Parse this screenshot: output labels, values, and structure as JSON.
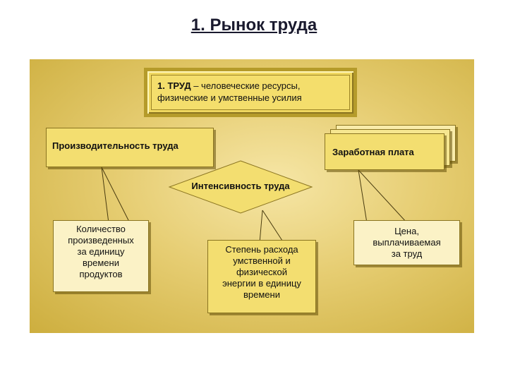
{
  "slide": {
    "title": "1. Рынок труда"
  },
  "diagram": {
    "labor_definition": {
      "term": "1. ТРУД",
      "definition": " – человеческие ресурсы, физические и умственные усилия"
    },
    "productivity": "Производительность труда",
    "wage": "Заработная плата",
    "intensity": "Интенсивность труда",
    "quantity_per_time": "Количество\nпроизведенных\nза единицу\nвремени\nпродуктов",
    "expenditure_rate": "Степень расхода\nумственной и\nфизической\nэнергии в единицу\nвремени",
    "price_for_labor": "Цена,\nвыплачиваемая\nза труд"
  },
  "colors": {
    "background_gold": "#e6cd72",
    "box_fill": "#f3de70",
    "light_box_fill": "#fbf2c6",
    "title_text": "#1a1a2e"
  }
}
